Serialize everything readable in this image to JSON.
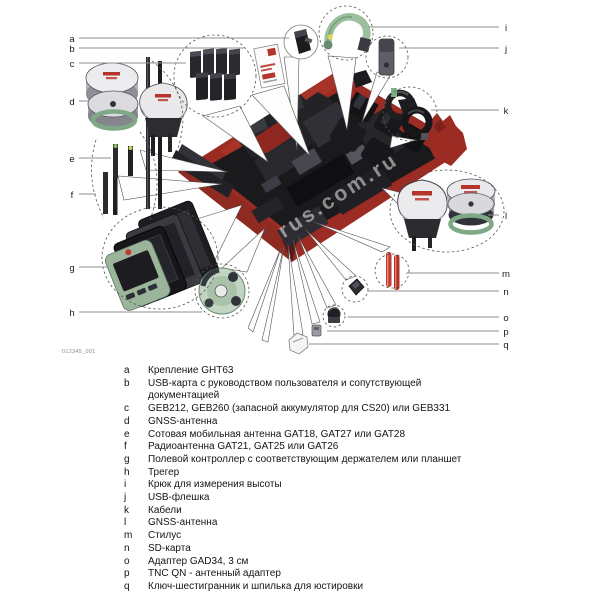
{
  "figure": {
    "number": "012345_001",
    "watermark": "rus.com.ru"
  },
  "legend": {
    "items": [
      {
        "letter": "a",
        "text": "Крепление GHT63"
      },
      {
        "letter": "b",
        "text": "USB-карта с руководством пользователя и сопутствующей документацией"
      },
      {
        "letter": "c",
        "text": "GEB212, GEB260 (запасной аккумулятор для CS20) или GEB331"
      },
      {
        "letter": "d",
        "text": "GNSS-антенна"
      },
      {
        "letter": "e",
        "text": "Сотовая мобильная антенна GAT18, GAT27 или GAT28"
      },
      {
        "letter": "f",
        "text": "Радиоантенна GAT21, GAT25 или GAT26"
      },
      {
        "letter": "g",
        "text": "Полевой контроллер с соответствующим держателем или планшет"
      },
      {
        "letter": "h",
        "text": "Трегер"
      },
      {
        "letter": "i",
        "text": "Крюк для измерения высоты"
      },
      {
        "letter": "j",
        "text": "USB-флешка"
      },
      {
        "letter": "k",
        "text": "Кабели"
      },
      {
        "letter": "l",
        "text": "GNSS-антенна"
      },
      {
        "letter": "m",
        "text": "Стилус"
      },
      {
        "letter": "n",
        "text": "SD-карта"
      },
      {
        "letter": "o",
        "text": "Адаптер GAD34, 3 см"
      },
      {
        "letter": "p",
        "text": "TNC QN - антенный адаптер"
      },
      {
        "letter": "q",
        "text": "Ключ-шестигранник и шпилька для юстировки"
      }
    ]
  }
}
